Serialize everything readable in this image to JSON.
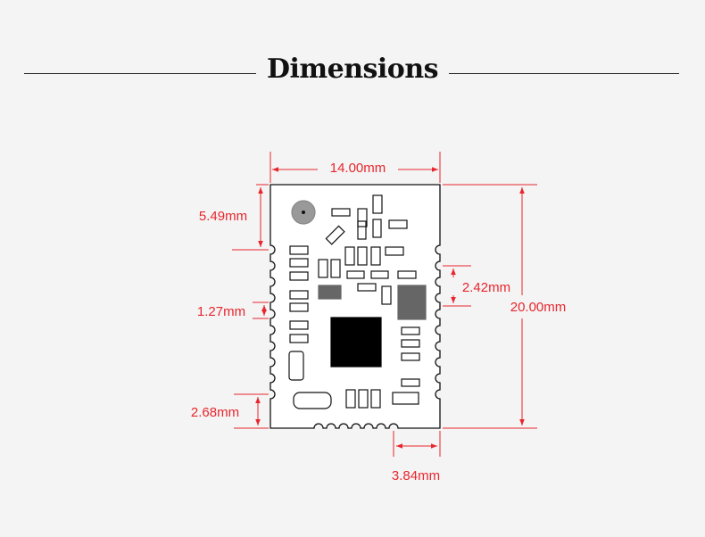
{
  "header": {
    "title": "Dimensions"
  },
  "dimensions": {
    "width": "14.00mm",
    "height": "20.00mm",
    "top_offset": "5.49mm",
    "pin_pitch": "1.27mm",
    "bottom_offset": "2.68mm",
    "right_pitch": "2.42mm",
    "bottom_width": "3.84mm"
  },
  "colors": {
    "dimension": "#e8262e",
    "outline": "#111111",
    "background": "#f4f4f4"
  }
}
